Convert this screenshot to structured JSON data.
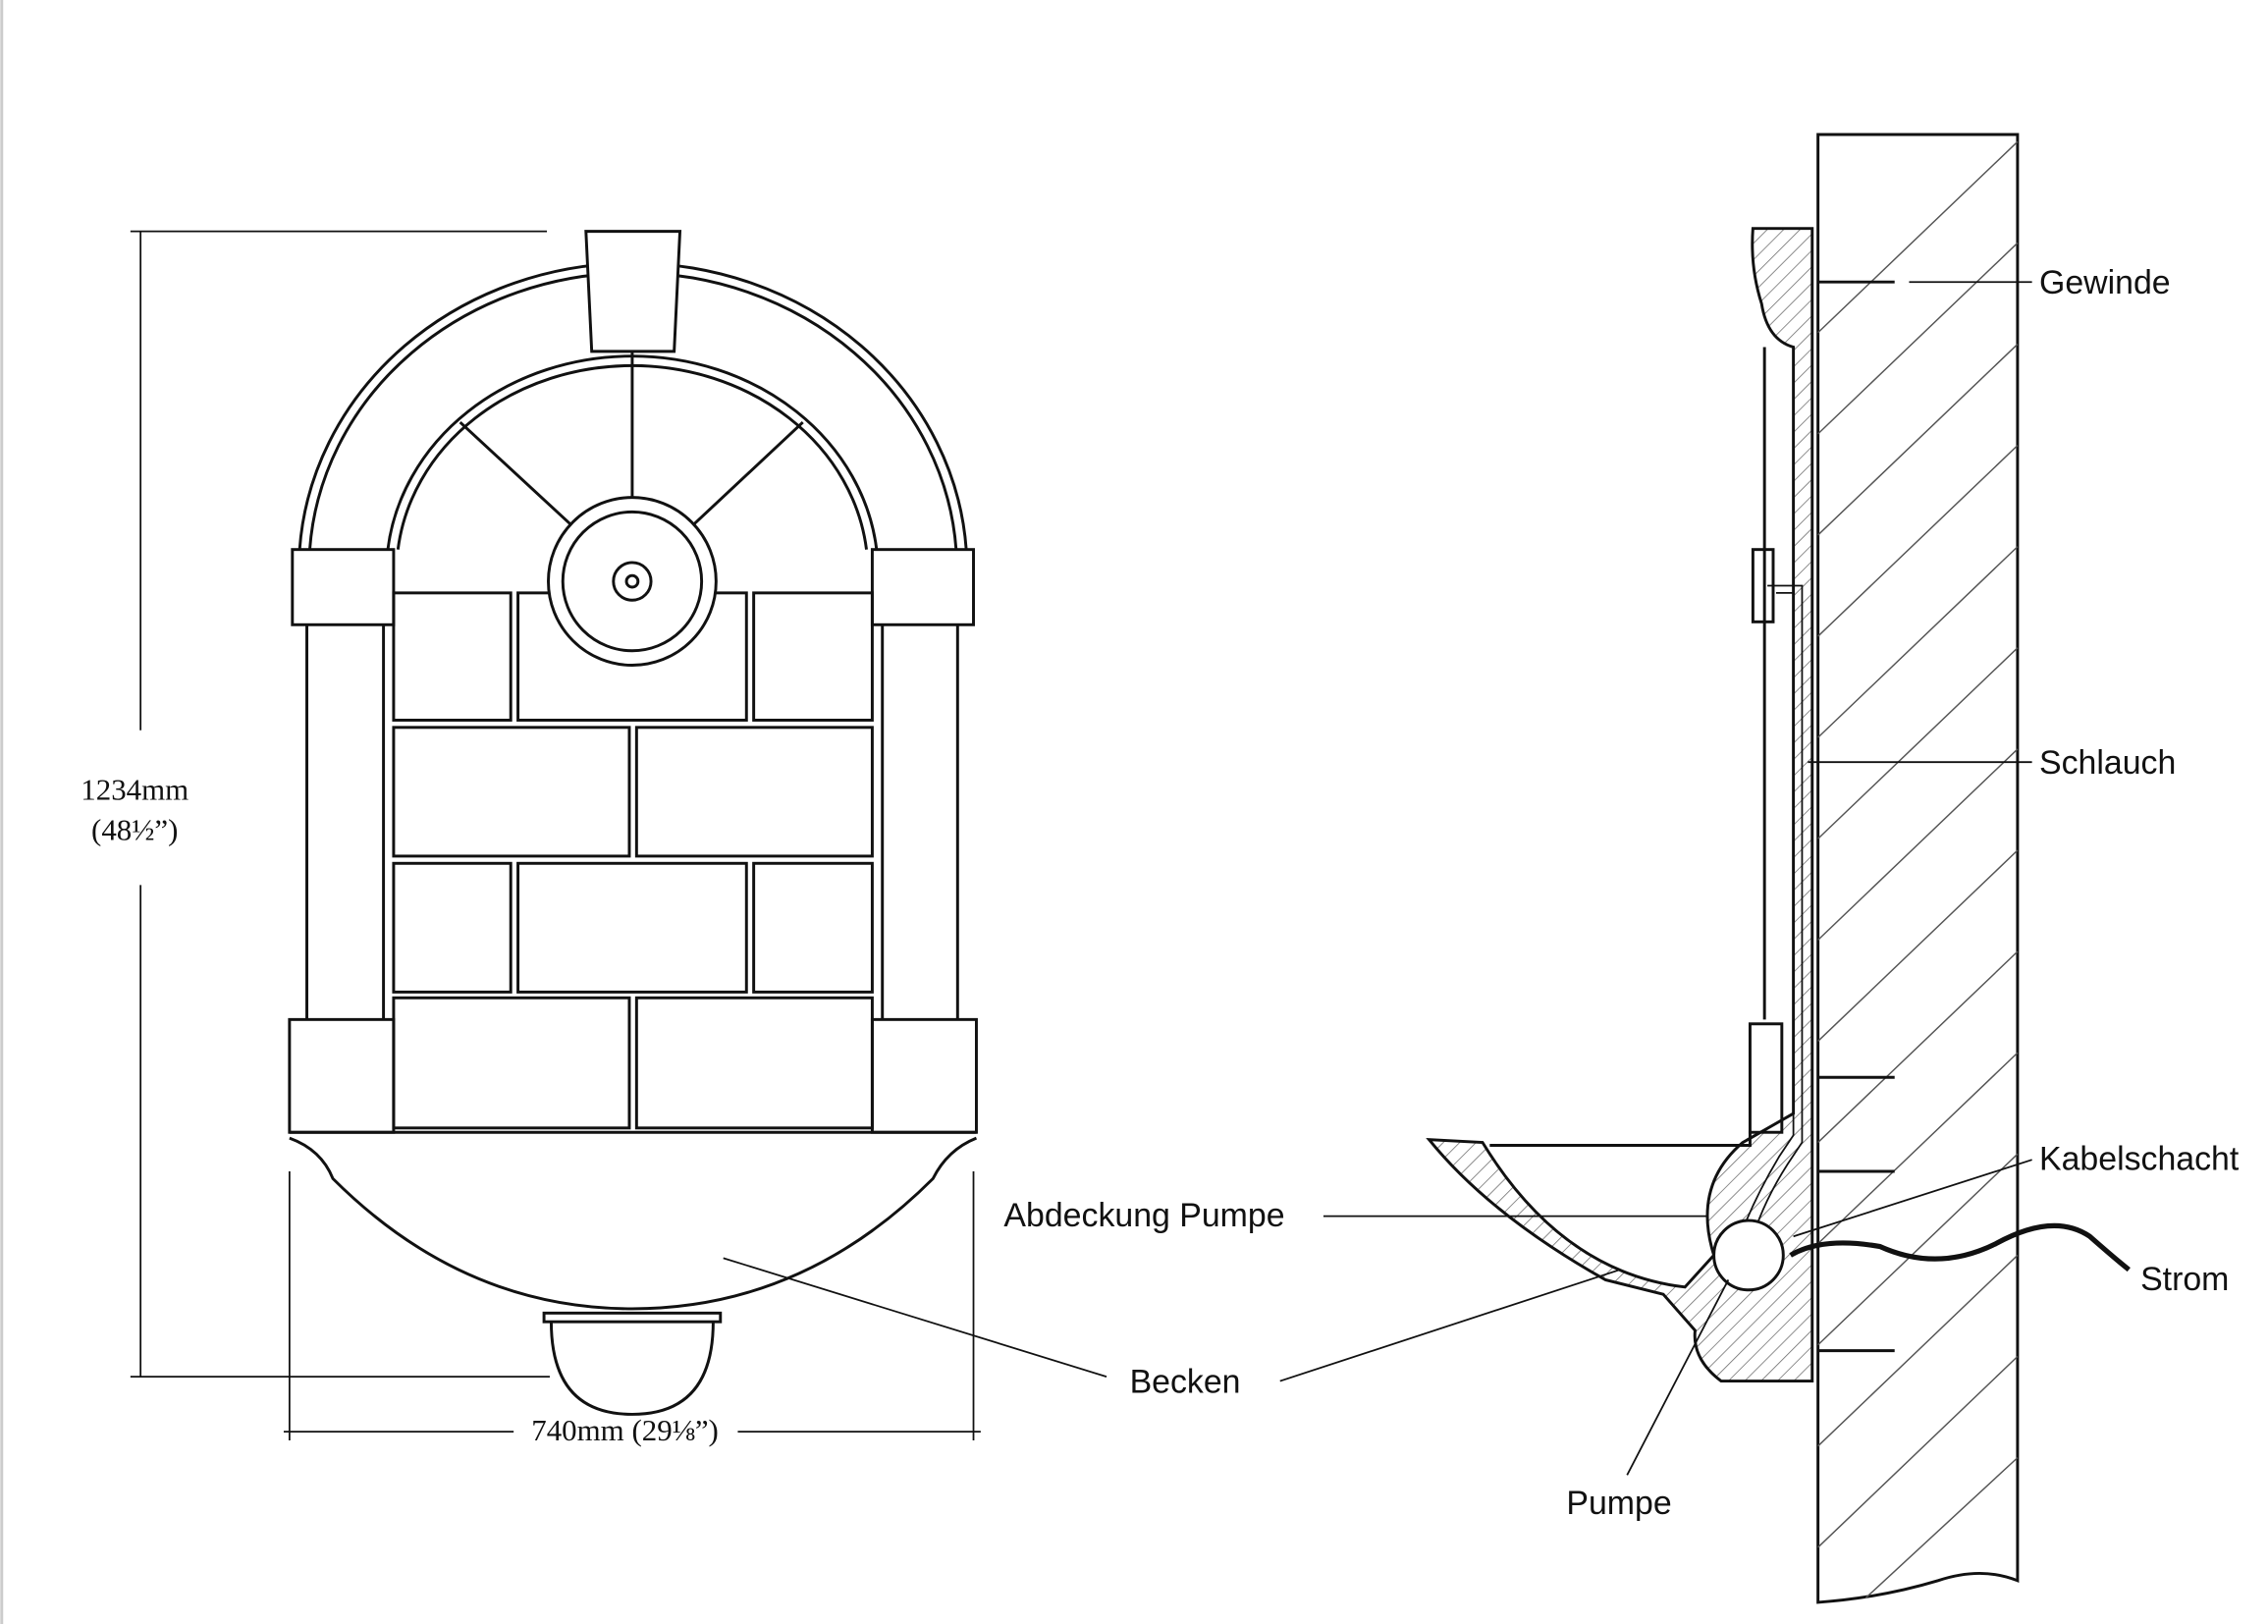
{
  "front_view": {
    "height_dim": "1234mm",
    "height_dim_inch": "(48½”)",
    "width_dim": "740mm (29⅛”)"
  },
  "labels": {
    "gewinde": "Gewinde",
    "schlauch": "Schlauch",
    "kabelschacht": "Kabelschacht",
    "strom": "Strom",
    "abdeckung_pumpe": "Abdeckung Pumpe",
    "becken": "Becken",
    "pumpe": "Pumpe"
  }
}
